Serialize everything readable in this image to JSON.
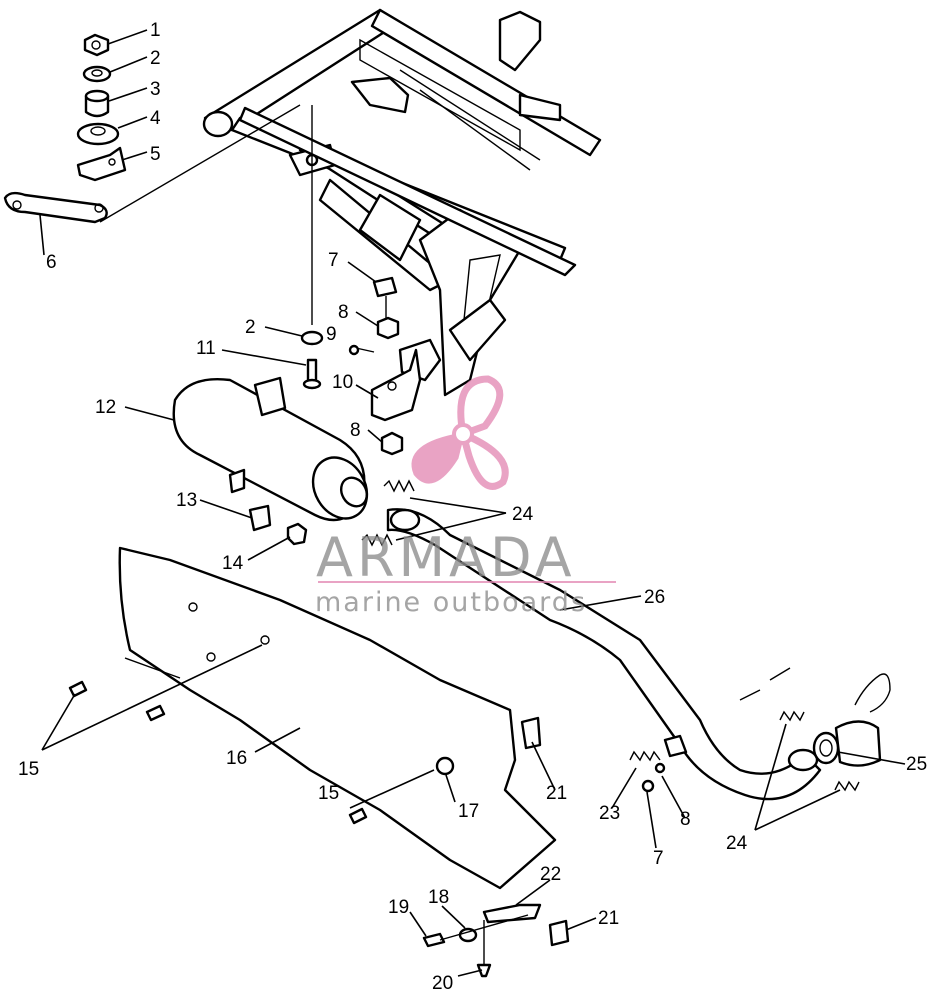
{
  "watermark": {
    "brand": "ARMADA",
    "tagline": "marine outboards",
    "color_primary": "#e48ab4",
    "color_text": "#8c8c8c"
  },
  "callouts": {
    "c1": "1",
    "c2": "2",
    "c3": "3",
    "c4": "4",
    "c5": "5",
    "c6": "6",
    "c7a": "7",
    "c2b": "2",
    "c8a": "8",
    "c9": "9",
    "c11": "11",
    "c10": "10",
    "c8b": "8",
    "c12": "12",
    "c13": "13",
    "c14": "14",
    "c24a": "24",
    "c26": "26",
    "c15a": "15",
    "c16": "16",
    "c15b": "15",
    "c17": "17",
    "c21a": "21",
    "c25": "25",
    "c23": "23",
    "c8c": "8",
    "c7b": "7",
    "c24b": "24",
    "c22": "22",
    "c18": "18",
    "c19": "19",
    "c21b": "21",
    "c20": "20"
  }
}
